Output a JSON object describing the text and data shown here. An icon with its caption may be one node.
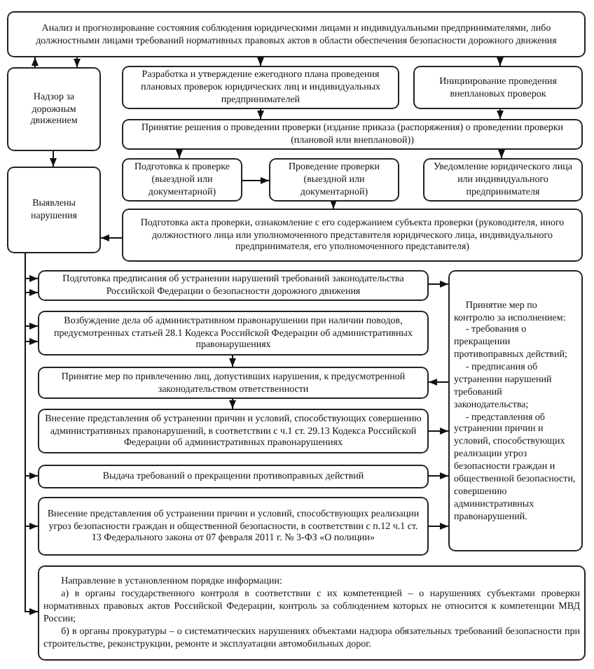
{
  "diagram": {
    "nodes": [
      {
        "text": [
          "Анализ и прогнозирование состояния соблюдения юридическими лицами и индивидуальными предпринимателями, либо должностными лицами требований нормативных правовых актов в области обеспечения безопасности дорожного движения"
        ]
      },
      {
        "text": [
          "Надзор за дорожным движением"
        ]
      },
      {
        "text": [
          "Разработка и утверждение ежегодного плана проведения плановых проверок юридических лиц и индивидуальных предпринимателей"
        ]
      },
      {
        "text": [
          "Инициирование проведения внеплановых проверок"
        ]
      },
      {
        "text": [
          "Принятие решения о проведении проверки (издание приказа (распоряжения) о проведении проверки (плановой или внеплановой))"
        ]
      },
      {
        "text": [
          "Подготовка к проверке (выездной или документарной)"
        ]
      },
      {
        "text": [
          "Проведение проверки (выездной или документарной)"
        ]
      },
      {
        "text": [
          "Уведомление юридического лица или индивидуального предпринимателя"
        ]
      },
      {
        "text": [
          "Выявлены нарушения"
        ]
      },
      {
        "text": [
          "Подготовка акта проверки, ознакомление с его содержанием субъекта проверки (руководителя, иного должностного лица или уполномоченного представителя юридического лица, индивидуального предпринимателя, его уполномоченного представителя)"
        ]
      },
      {
        "text": [
          "Подготовка предписания об устранении нарушений требований законодательства Российской Федерации о безопасности дорожного движения"
        ]
      },
      {
        "text": [
          "Возбуждение дела об административном правонарушении при наличии поводов, предусмотренных статьей 28.1 Кодекса Российской Федерации об административных правонарушениях"
        ]
      },
      {
        "text": [
          "Принятие мер по привлечению лиц, допустивших нарушения, к предусмотренной законодательством ответственности"
        ]
      },
      {
        "text": [
          "Внесение представления об устранении причин и условий, способствующих совершению административных правонарушений, в соответствии с ч.1 ст. 29.13 Кодекса Российской Федерации об административных правонарушениях"
        ]
      },
      {
        "text": [
          "Выдача требований о прекращении противоправных действий"
        ]
      },
      {
        "text": [
          "Внесение представления об устранении причин и условий, способствующих реализации угроз безопасности граждан и общественной безопасности, в соответствии с п.12 ч.1 ст. 13 Федерального закона от 07 февраля 2011 г. № 3-ФЗ «О полиции»"
        ]
      },
      {
        "text": [
          "Принятие мер по контролю за исполнением:",
          "- требования о прекращении противоправных действий;",
          "- предписания об устранении нарушений требований законодательства;",
          "- представления об устранении причин и условий, способствующих реализации угроз безопасности граждан и общественной безопасности, совершению административных правонарушений."
        ]
      },
      {
        "text": [
          "Направление в установленном порядке информации:",
          "а) в органы государственного контроля в соответствии с их компетенцией – о нарушениях субъектами проверки нормативных правовых актов Российской Федерации, контроль за соблюдением которых не относится к компетенции МВД России;",
          "б) в органы прокуратуры – о систематических нарушениях объектами надзора обязательных требований безопасности при строительстве, реконструкции, ремонте и эксплуатации автомобильных дорог."
        ]
      }
    ],
    "edges": [
      {
        "from": 1,
        "to": 0,
        "arrow": "to"
      },
      {
        "from": 0,
        "to": 1,
        "arrow": "to"
      },
      {
        "from": 0,
        "to": 2,
        "arrow": "to"
      },
      {
        "from": 0,
        "to": 3,
        "arrow": "to"
      },
      {
        "from": 2,
        "to": 4,
        "arrow": "to"
      },
      {
        "from": 3,
        "to": 4,
        "arrow": "to"
      },
      {
        "from": 4,
        "to": 5,
        "arrow": "to"
      },
      {
        "from": 4,
        "to": 7,
        "arrow": "to"
      },
      {
        "from": 5,
        "to": 6,
        "arrow": "to"
      },
      {
        "from": 6,
        "to": 9,
        "arrow": "to"
      },
      {
        "from": 1,
        "to": 8,
        "arrow": "to"
      },
      {
        "from": 9,
        "to": 8,
        "arrow": "to"
      },
      {
        "from": 8,
        "to": 10,
        "arrow": "to"
      },
      {
        "from": 8,
        "to": 10,
        "arrow": "to"
      },
      {
        "from": 8,
        "to": 11,
        "arrow": "to"
      },
      {
        "from": 8,
        "to": 11,
        "arrow": "to"
      },
      {
        "from": 8,
        "to": 14,
        "arrow": "to"
      },
      {
        "from": 8,
        "to": 15,
        "arrow": "to"
      },
      {
        "from": 8,
        "to": 17,
        "arrow": "to"
      },
      {
        "from": 11,
        "to": 12,
        "arrow": "to"
      },
      {
        "from": 12,
        "to": 13,
        "arrow": "to"
      },
      {
        "from": 10,
        "to": 16,
        "arrow": "to"
      },
      {
        "from": 16,
        "to": 12,
        "arrow": "to"
      },
      {
        "from": 13,
        "to": 16,
        "arrow": "to"
      },
      {
        "from": 14,
        "to": 16,
        "arrow": "to"
      },
      {
        "from": 15,
        "to": 16,
        "arrow": "to"
      }
    ]
  }
}
